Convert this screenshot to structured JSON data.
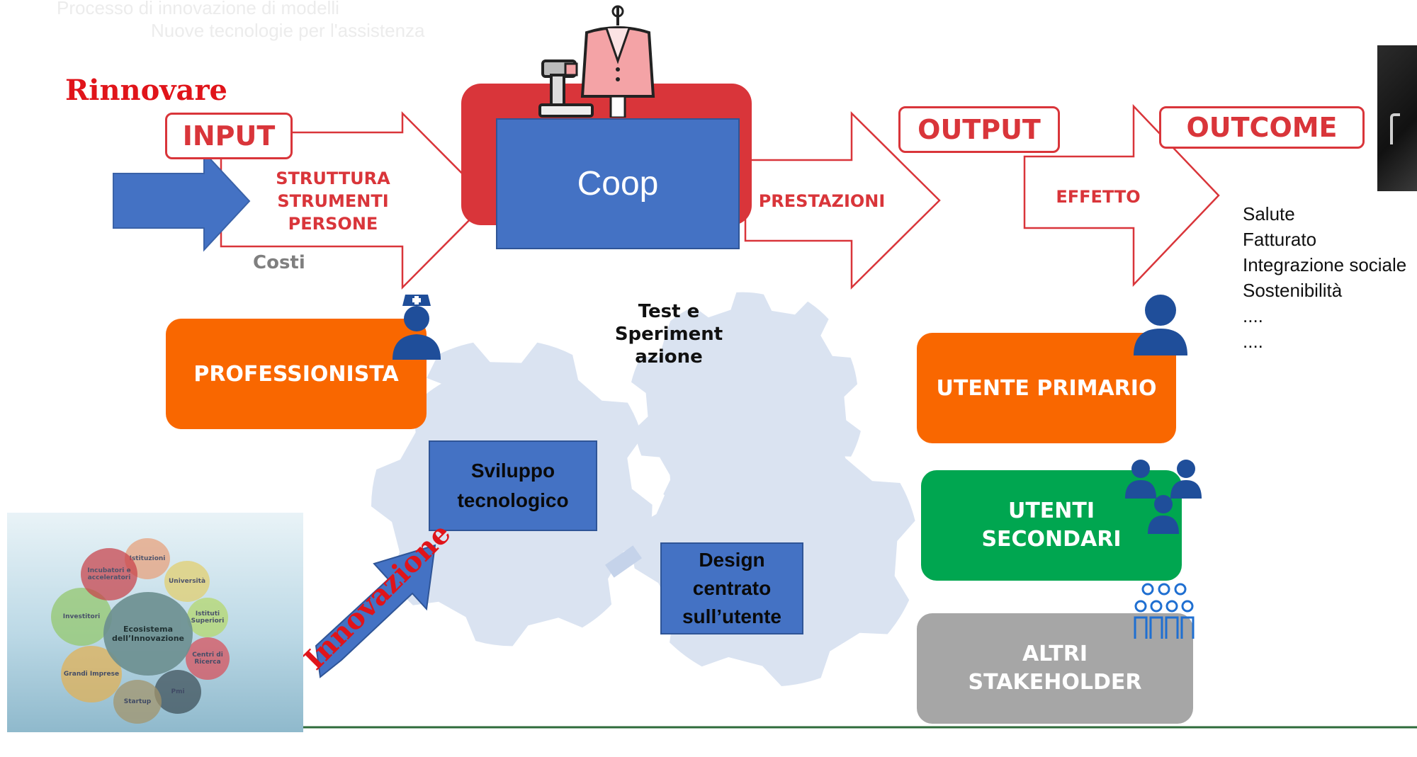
{
  "faded_header": {
    "line1": "Processo di innovazione di modelli",
    "line2": "Nuove tecnologie per l'assistenza"
  },
  "rinnovare": "Rinnovare",
  "innovazione": "Innovazione",
  "tags": {
    "input": "INPUT",
    "output": "OUTPUT",
    "outcome": "OUTCOME"
  },
  "arrows": {
    "input_lines": [
      "STRUTTURA",
      "STRUMENTI",
      "PERSONE"
    ],
    "output": "PRESTAZIONI",
    "outcome": "EFFETTO"
  },
  "costi": "Costi",
  "coop": "Coop",
  "gears": {
    "test": [
      "Test e",
      "Speriment",
      "azione"
    ],
    "sviluppo": [
      "Sviluppo",
      "tecnologico"
    ],
    "design": [
      "Design",
      "centrato",
      "sull’utente"
    ]
  },
  "professionista": "PROFESSIONISTA",
  "users": {
    "primario": "UTENTE PRIMARIO",
    "secondari": [
      "UTENTI",
      "SECONDARI"
    ],
    "stakeholder": [
      "ALTRI",
      "STAKEHOLDER"
    ]
  },
  "outcomes": [
    "Salute",
    "Fatturato",
    "Integrazione sociale",
    "Sostenibilità",
    "....",
    "...."
  ],
  "ecosystem": {
    "center": [
      "Ecosistema",
      "dell’Innovazione"
    ],
    "nodes": [
      "Istituzioni",
      "Università",
      "Istituti Superiori",
      "Centri di Ricerca",
      "Pmi",
      "Startup",
      "Grandi Imprese",
      "Investitori",
      "Incubatori e acceleratori"
    ]
  },
  "colors": {
    "red": "#d9353a",
    "blue": "#4472c4",
    "orange": "#f96700",
    "green": "#00a650",
    "gray": "#a6a6a6",
    "gear": "#dae3f1",
    "navy": "#1f4e9a",
    "green_rule": "#2e6b3a"
  }
}
